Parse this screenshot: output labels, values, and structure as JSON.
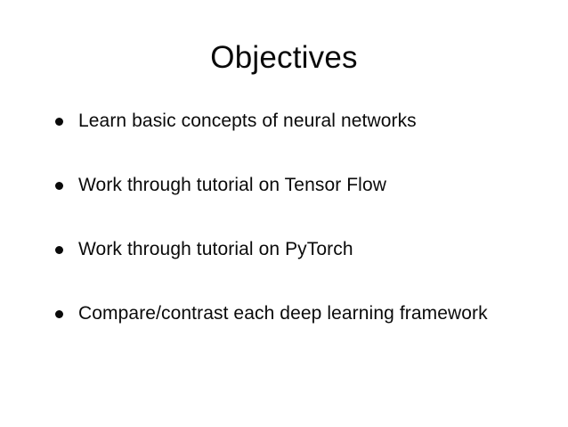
{
  "slide": {
    "background_color": "#ffffff",
    "text_color": "#0a0a0a",
    "title": "Objectives",
    "bullet_glyph": "bullet-dot",
    "bullets": [
      {
        "text": "Learn basic concepts of neural networks"
      },
      {
        "text": "Work through tutorial on Tensor Flow"
      },
      {
        "text": "Work through tutorial on PyTorch"
      },
      {
        "text": "Compare/contrast each deep learning framework"
      }
    ]
  }
}
